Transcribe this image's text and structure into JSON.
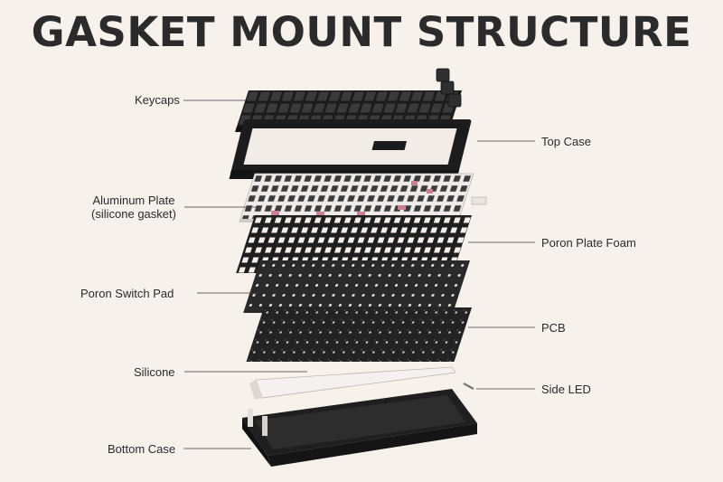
{
  "title": "GASKET MOUNT STRUCTURE",
  "labels": {
    "keycaps": "Keycaps",
    "top_case": "Top Case",
    "aluminum_plate": "Aluminum Plate",
    "silicone_gasket": "(silicone gasket)",
    "poron_plate_foam": "Poron Plate Foam",
    "poron_switch_pad": "Poron Switch Pad",
    "pcb": "PCB",
    "silicone": "Silicone",
    "side_led": "Side LED",
    "bottom_case": "Bottom Case"
  },
  "colors": {
    "background": "#f7f1ec",
    "text": "#2b2b2b",
    "dark_part": "#2a2a2a",
    "gasket_pink": "#c97f94",
    "plate": "#ece9e6"
  }
}
